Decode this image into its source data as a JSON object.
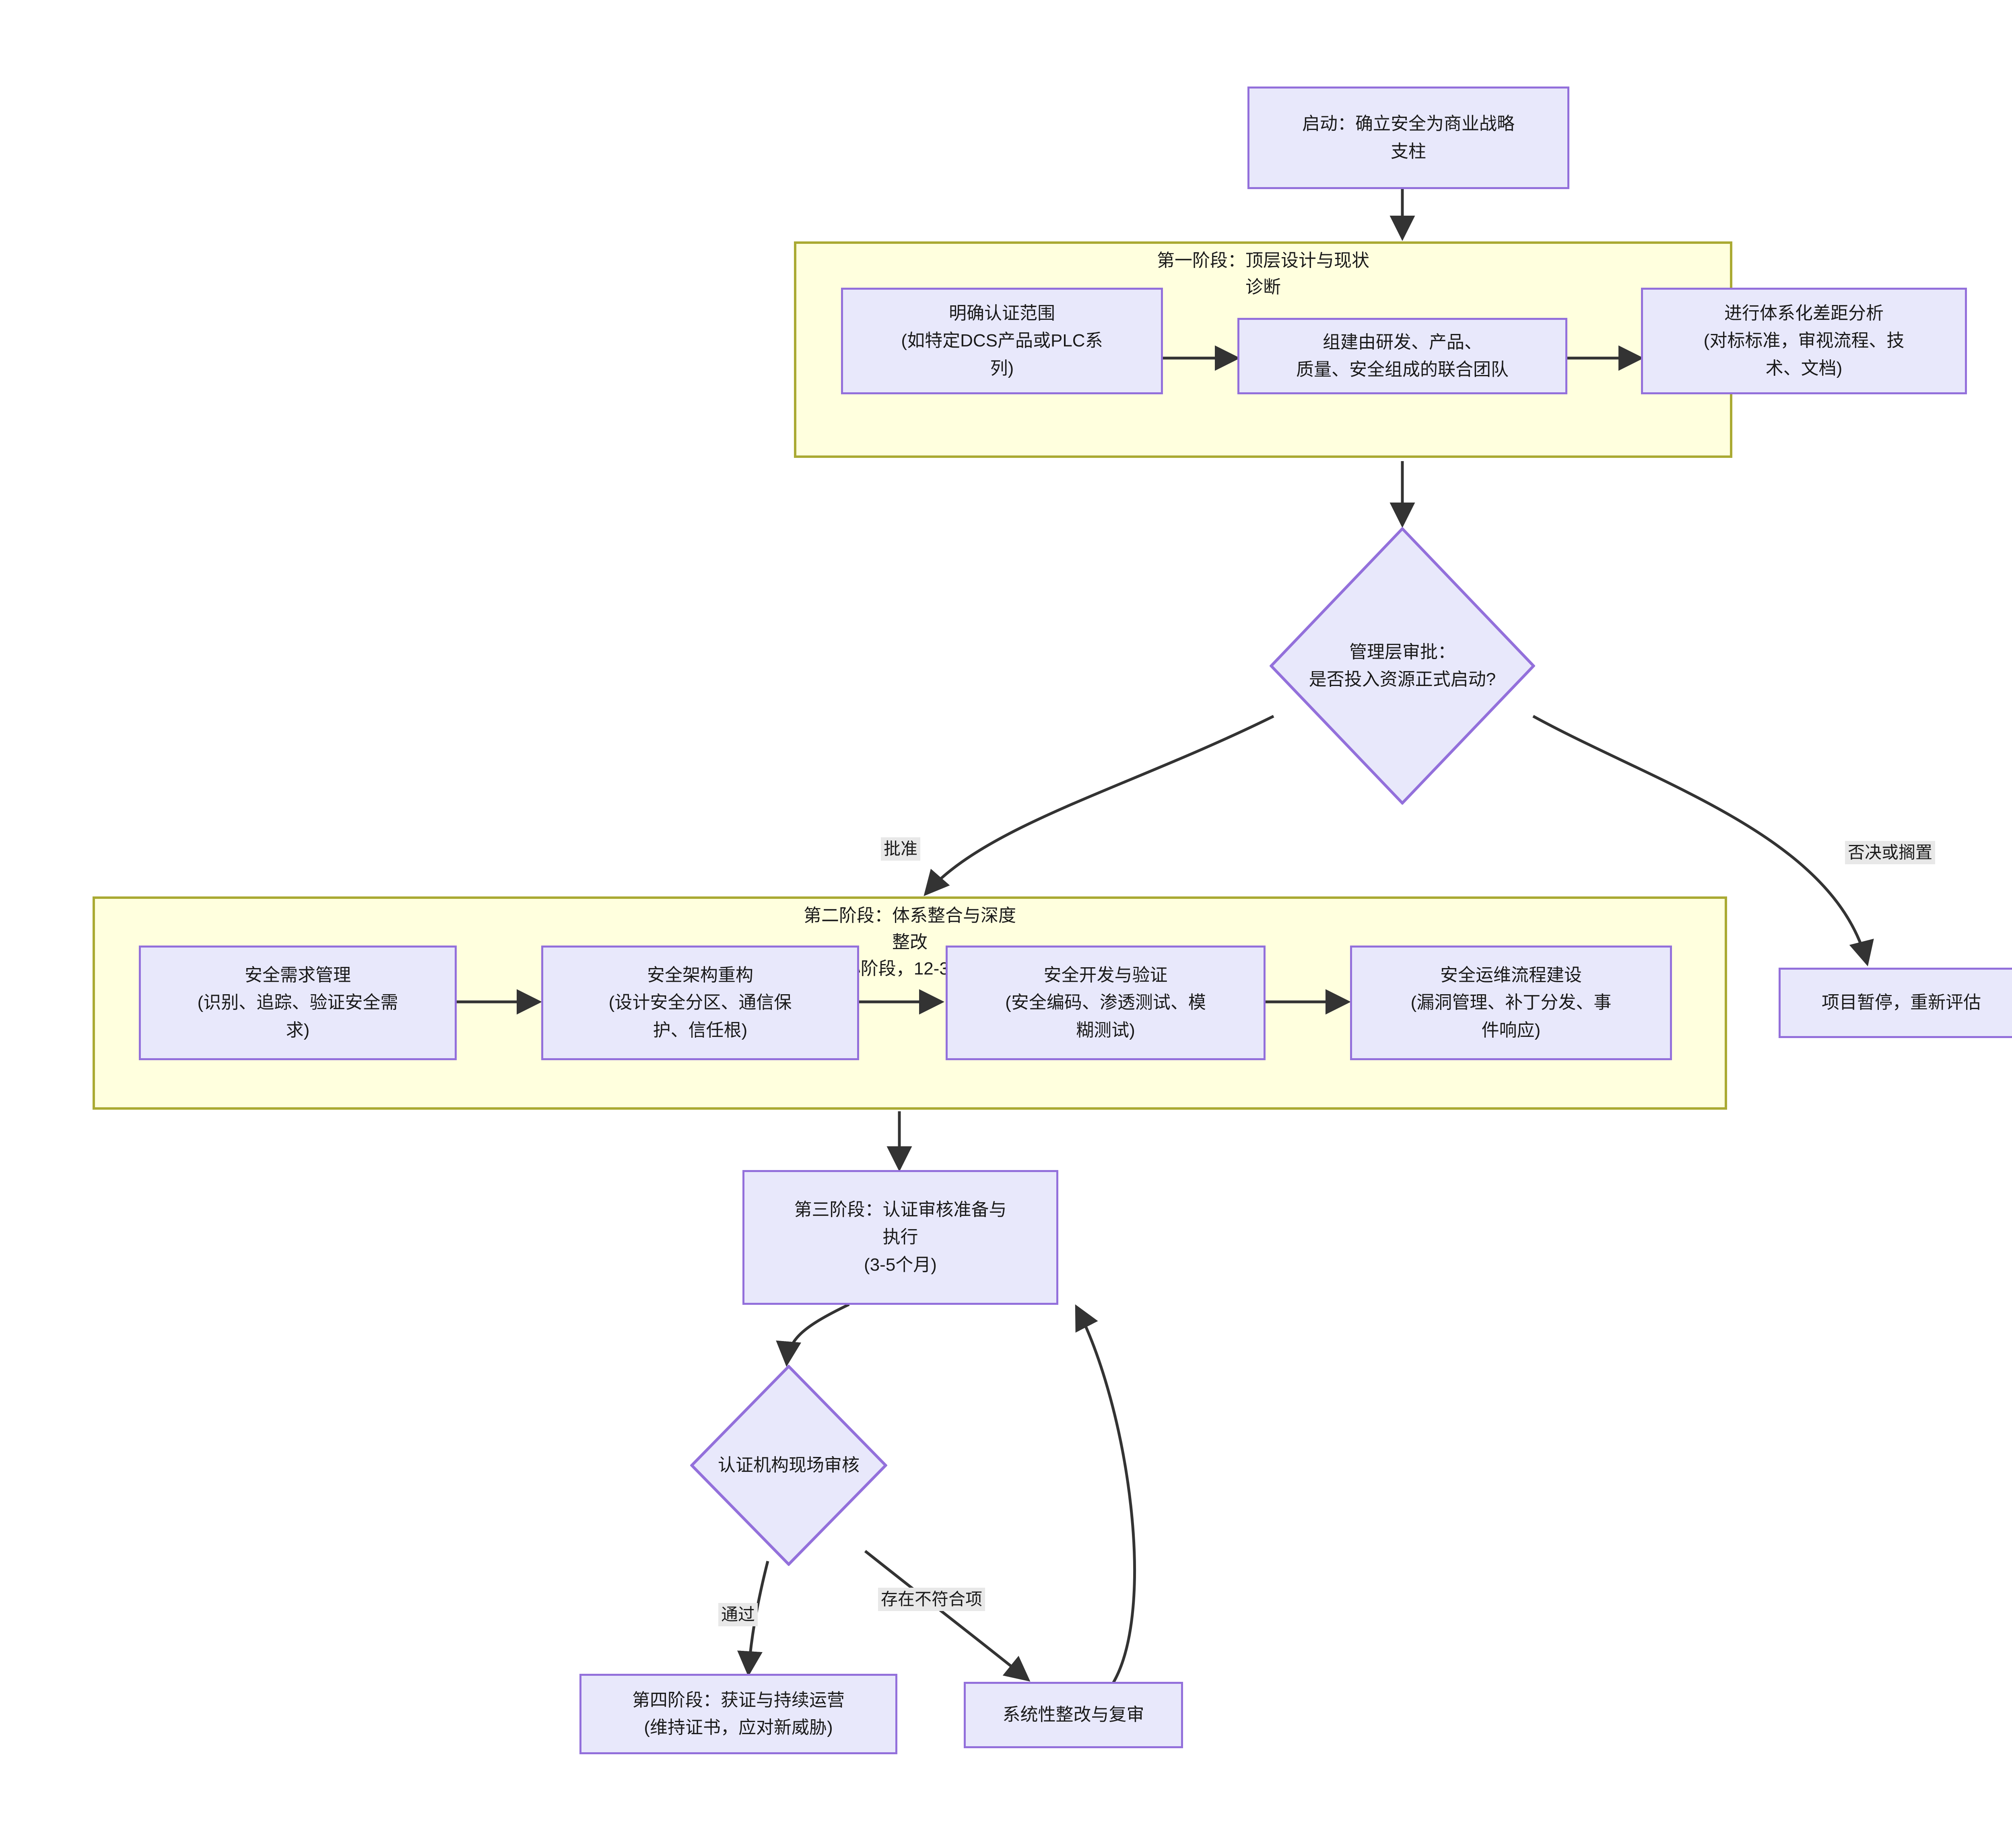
{
  "diagram": {
    "title_hidden": "",
    "colors": {
      "node_fill": "#e8e8fb",
      "node_border": "#9370db",
      "subgraph_fill": "#ffffde",
      "subgraph_border": "#aaaa33",
      "edge": "#333333",
      "edge_label_bg": "#e8e8e8",
      "text": "#1a1a1a"
    }
  },
  "subgraphs": [
    {
      "id": "phase1",
      "title": "第一阶段：顶层设计与现状\n诊断"
    },
    {
      "id": "phase2",
      "title": "第二阶段：体系整合与深度\n整改\n(核心阶段，12-30个月)"
    }
  ],
  "nodes": [
    {
      "id": "start",
      "label": "启动：确立安全为商业战略\n支柱"
    },
    {
      "id": "scope",
      "label": "明确认证范围\n(如特定DCS产品或PLC系\n列)"
    },
    {
      "id": "team",
      "label": "组建由研发、产品、\n质量、安全组成的联合团队"
    },
    {
      "id": "gap",
      "label": "进行体系化差距分析\n(对标标准，审视流程、技\n术、文档)"
    },
    {
      "id": "approval",
      "label": "管理层审批：\n是否投入资源正式启动?"
    },
    {
      "id": "req",
      "label": "安全需求管理\n(识别、追踪、验证安全需\n求)"
    },
    {
      "id": "arch",
      "label": "安全架构重构\n(设计安全分区、通信保\n护、信任根)"
    },
    {
      "id": "dev",
      "label": "安全开发与验证\n(安全编码、渗透测试、模\n糊测试)"
    },
    {
      "id": "ops",
      "label": "安全运维流程建设\n(漏洞管理、补丁分发、事\n件响应)"
    },
    {
      "id": "hold",
      "label": "项目暂停，重新评估"
    },
    {
      "id": "phase3",
      "label": "第三阶段：认证审核准备与\n执行\n(3-5个月)"
    },
    {
      "id": "audit",
      "label": "认证机构现场审核"
    },
    {
      "id": "phase4",
      "label": "第四阶段：获证与持续运营\n(维持证书，应对新威胁)"
    },
    {
      "id": "remediate",
      "label": "系统性整改与复审"
    }
  ],
  "edge_labels": [
    {
      "id": "approve",
      "text": "批准"
    },
    {
      "id": "reject",
      "text": "否决或搁置"
    },
    {
      "id": "pass",
      "text": "通过"
    },
    {
      "id": "nonconformity",
      "text": "存在不符合项"
    }
  ]
}
